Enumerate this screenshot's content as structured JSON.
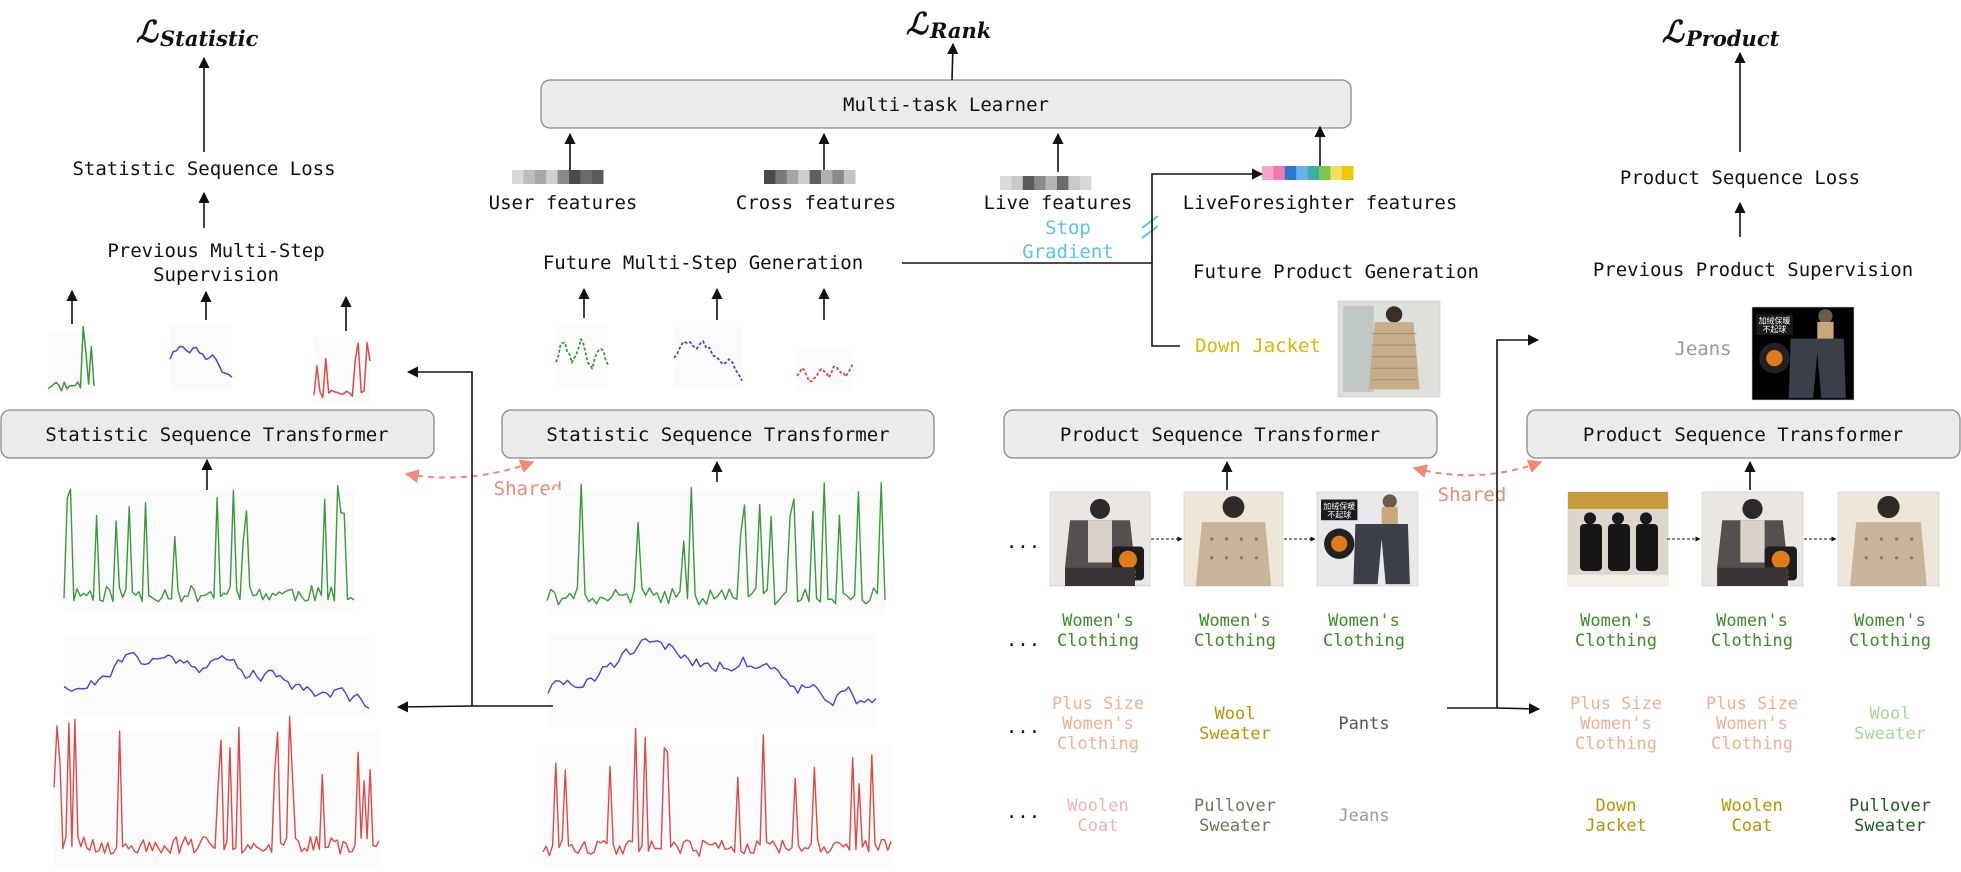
{
  "losses": {
    "statistic": {
      "symbol": "ℒ",
      "subscript": "Statistic"
    },
    "rank": {
      "symbol": "ℒ",
      "subscript": "Rank"
    },
    "product": {
      "symbol": "ℒ",
      "subscript": "Product"
    }
  },
  "boxes": {
    "multi_task_learner": "Multi-task Learner",
    "stat_transformer_left": "Statistic Sequence Transformer",
    "stat_transformer_right": "Statistic Sequence Transformer",
    "prod_transformer_left": "Product Sequence Transformer",
    "prod_transformer_right": "Product Sequence Transformer"
  },
  "labels": {
    "statistic_sequence_loss": "Statistic Sequence Loss",
    "previous_multi_step_line1": "Previous Multi-Step",
    "previous_multi_step_line2": "Supervision",
    "future_multi_step_generation": "Future Multi-Step Generation",
    "user_features": "User features",
    "cross_features": "Cross features",
    "live_features": "Live features",
    "liveforesighter_features": "LiveForesighter features",
    "stop_gradient_line1": "Stop",
    "stop_gradient_line2": "Gradient",
    "future_product_generation": "Future Product Generation",
    "down_jacket_prediction": "Down Jacket",
    "product_sequence_loss": "Product Sequence Loss",
    "previous_product_supervision": "Previous Product Supervision",
    "jeans_supervision": "Jeans",
    "shared_left": "Shared",
    "shared_right": "Shared",
    "ellipsis": "..."
  },
  "image_text": {
    "warm_badge": "加绒",
    "jeans_badge_top": "加绒保暖",
    "jeans_badge_bottom": "不起球"
  },
  "colors": {
    "green": "#3a9a3a",
    "blue": "#4444dd",
    "red": "#e04848",
    "stop_gradient": "#5bc0f0",
    "shared": "#f08878",
    "cat_green": "#3c8c28",
    "cat_peach": "#f0b090",
    "cat_gold": "#c09000",
    "cat_gray": "#555555",
    "cat_lightgray": "#999999",
    "cat_pink": "#f4b0b0",
    "cat_olive": "#6a7a58",
    "cat_darkgreen": "#1e5a1e",
    "cat_lightgreen": "#a8d49a",
    "down_jacket": "#d8b800"
  },
  "left_product_sequence": {
    "level1": [
      {
        "line1": "Women's",
        "line2": "Clothing",
        "color": "#3c8c28"
      },
      {
        "line1": "Women's",
        "line2": "Clothing",
        "color": "#3c8c28"
      },
      {
        "line1": "Women's",
        "line2": "Clothing",
        "color": "#3c8c28"
      }
    ],
    "level2": [
      {
        "line1": "Plus Size",
        "line2": "Women's",
        "line3": "Clothing",
        "color": "#f0b090"
      },
      {
        "line1": "Wool",
        "line2": "Sweater",
        "line3": "",
        "color": "#c09000"
      },
      {
        "line1": "Pants",
        "line2": "",
        "line3": "",
        "color": "#555555"
      }
    ],
    "level3": [
      {
        "line1": "Woolen",
        "line2": "Coat",
        "color": "#f4b0b0"
      },
      {
        "line1": "Pullover",
        "line2": "Sweater",
        "color": "#6a7a58"
      },
      {
        "line1": "Jeans",
        "line2": "",
        "color": "#999999"
      }
    ]
  },
  "right_product_sequence": {
    "level1": [
      {
        "line1": "Women's",
        "line2": "Clothing",
        "color": "#3c8c28"
      },
      {
        "line1": "Women's",
        "line2": "Clothing",
        "color": "#3c8c28"
      },
      {
        "line1": "Women's",
        "line2": "Clothing",
        "color": "#3c8c28"
      }
    ],
    "level2": [
      {
        "line1": "Plus Size",
        "line2": "Women's",
        "line3": "Clothing",
        "color": "#f0b090"
      },
      {
        "line1": "Plus Size",
        "line2": "Women's",
        "line3": "Clothing",
        "color": "#f0b090"
      },
      {
        "line1": "Wool",
        "line2": "Sweater",
        "line3": "",
        "color": "#a8d49a"
      }
    ],
    "level3": [
      {
        "line1": "Down",
        "line2": "Jacket",
        "color": "#c09000"
      },
      {
        "line1": "Woolen",
        "line2": "Coat",
        "color": "#c09000"
      },
      {
        "line1": "Pullover",
        "line2": "Sweater",
        "color": "#1e5a1e"
      }
    ]
  }
}
